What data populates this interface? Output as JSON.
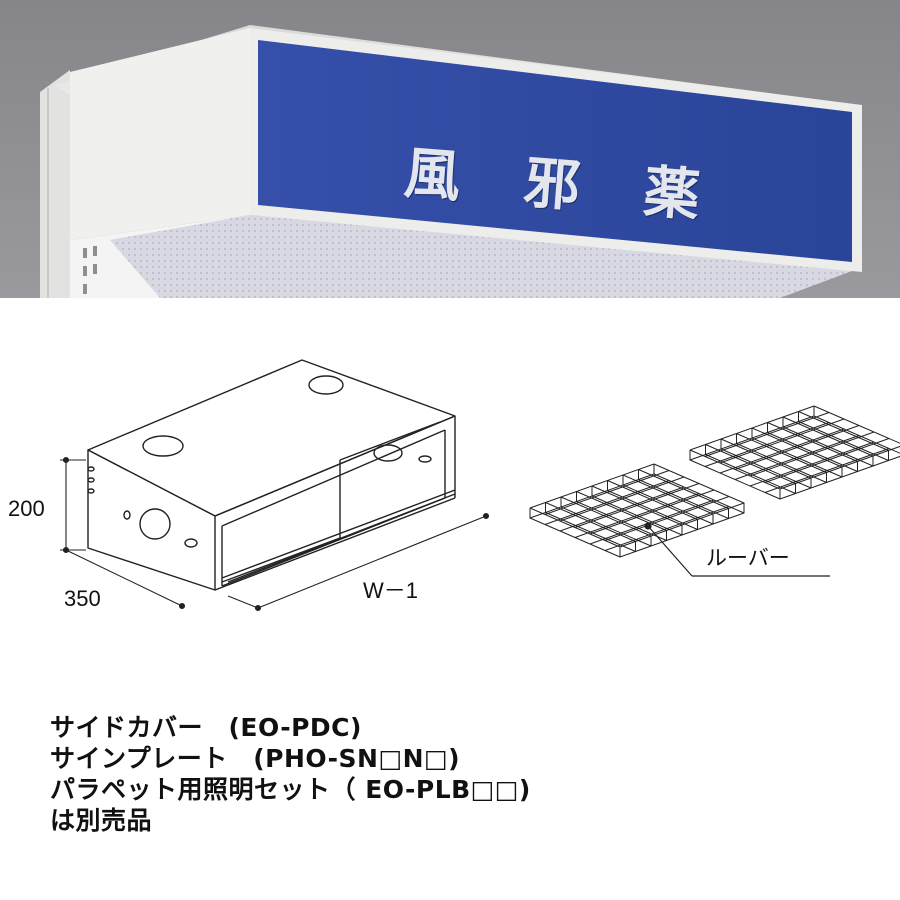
{
  "photo": {
    "sign_text": "風　邪　薬",
    "colors": {
      "backdrop": "#8a8a8e",
      "sign_panel": "#2f4aa3",
      "frame": "#ececea",
      "sign_text": "#e4e6ee"
    }
  },
  "diagram": {
    "dimensions": {
      "height": "200",
      "depth": "350",
      "width": "W－1"
    },
    "louver_label": "ルーバー"
  },
  "notes": [
    "サイドカバー　(EO-PDC)",
    "サインプレート　(PHO-SN□N□)",
    "パラペット用照明セット（ EO-PLB□□)",
    "は別売品"
  ]
}
